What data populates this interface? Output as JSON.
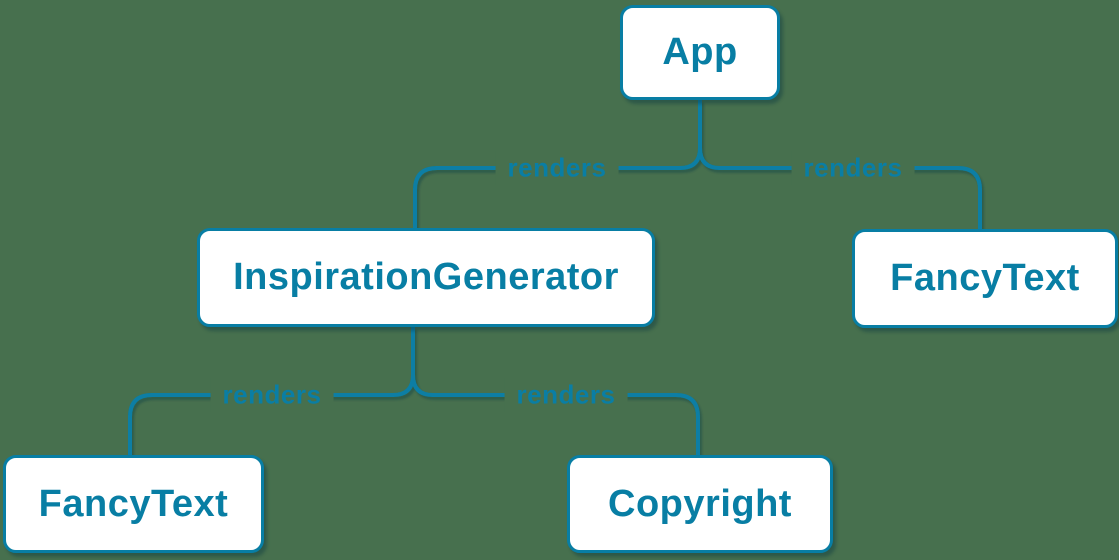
{
  "diagram": {
    "type": "component-render-tree",
    "background_color": "#47704e",
    "accent_color": "#087ea4",
    "node_background_color": "#ffffff",
    "nodes": [
      {
        "id": "app",
        "label": "App"
      },
      {
        "id": "inspiration-generator",
        "label": "InspirationGenerator"
      },
      {
        "id": "fancy-text-top",
        "label": "FancyText"
      },
      {
        "id": "fancy-text-bottom",
        "label": "FancyText"
      },
      {
        "id": "copyright",
        "label": "Copyright"
      }
    ],
    "edges": [
      {
        "from": "App",
        "to": "InspirationGenerator",
        "label": "renders"
      },
      {
        "from": "App",
        "to": "FancyText",
        "label": "renders"
      },
      {
        "from": "InspirationGenerator",
        "to": "FancyText",
        "label": "renders"
      },
      {
        "from": "InspirationGenerator",
        "to": "Copyright",
        "label": "renders"
      }
    ]
  }
}
